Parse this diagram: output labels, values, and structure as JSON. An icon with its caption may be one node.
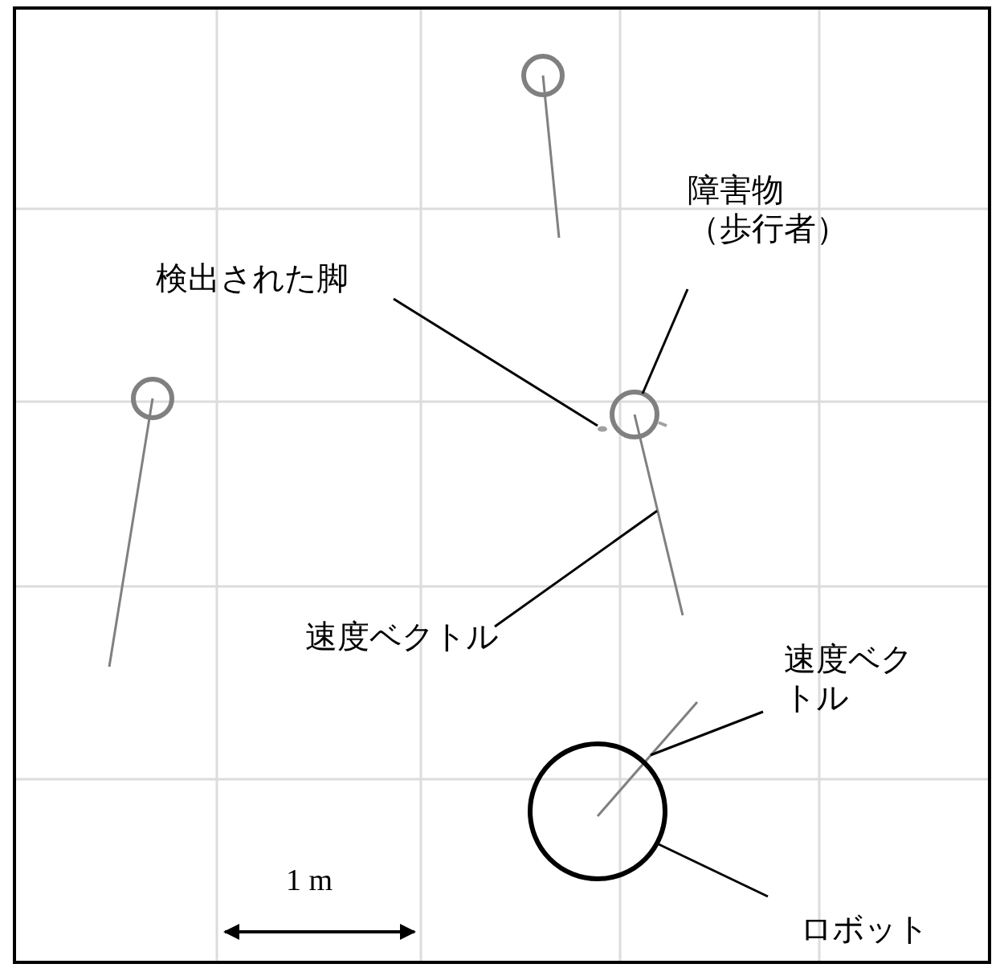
{
  "diagram": {
    "nodes": [
      {
        "text": [
          "障害物（歩行者）"
        ]
      },
      {
        "text": [
          "検出された脚"
        ]
      },
      {
        "text": [
          "速度ベクトル"
        ]
      },
      {
        "text": [
          "速度ベクトル"
        ]
      },
      {
        "text": [
          "ロボット"
        ]
      },
      {
        "text": [],
        "shape": "circle"
      },
      {
        "text": [],
        "shape": "line"
      },
      {
        "text": [],
        "shape": "line"
      },
      {
        "text": [],
        "shape": "circle"
      },
      {
        "text": [],
        "shape": "dot"
      }
    ],
    "edges": [
      {
        "from": 0,
        "to": 5,
        "arrow": "none"
      },
      {
        "from": 1,
        "to": 9,
        "arrow": "none"
      },
      {
        "from": 2,
        "to": 6,
        "arrow": "none"
      },
      {
        "from": 3,
        "to": 7,
        "arrow": "none"
      },
      {
        "from": 4,
        "to": 8,
        "arrow": "none"
      }
    ],
    "labels": [
      "1 m"
    ]
  }
}
